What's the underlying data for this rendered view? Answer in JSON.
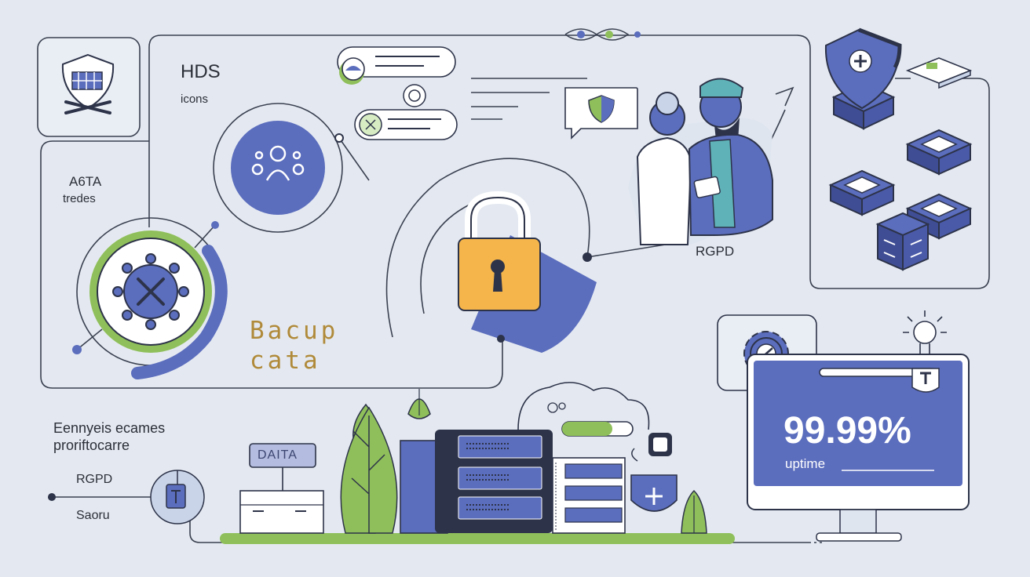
{
  "labels": {
    "hds": "HDS",
    "icons": "icons",
    "a6ta": "A6TA",
    "tredes": "tredes",
    "backup_line1": "Bacup",
    "backup_line2": "cata",
    "rgpd_right": "RGPD",
    "ennyers_line1": "Eennyeis ecames",
    "ennyers_line2": "proriftocarre",
    "rgpd_left": "RGPD",
    "saoru": "Saoru",
    "server_tag": "DAITA",
    "uptime_value": "99.99%",
    "uptime_label": "uptime"
  },
  "colors": {
    "background": "#e4e9f1",
    "primary_blue": "#5b6dbd",
    "dark_navy": "#2d3349",
    "accent_green": "#8fbf5a",
    "lock_orange": "#f5b54a",
    "teal": "#5fb3b8",
    "white": "#ffffff"
  },
  "icons": [
    "shield-shopping-cart-icon",
    "cloud-speech-bubble-icon",
    "network-people-icon",
    "chat-bubble-icon",
    "virus-gear-icon",
    "padlock-icon",
    "shield-heart-chat-icon",
    "shield-plus-icon",
    "isometric-box-icon",
    "gear-icon",
    "lightbulb-icon",
    "server-rack-icon",
    "medical-shield-icon",
    "tree-icon",
    "cloud-icon"
  ]
}
